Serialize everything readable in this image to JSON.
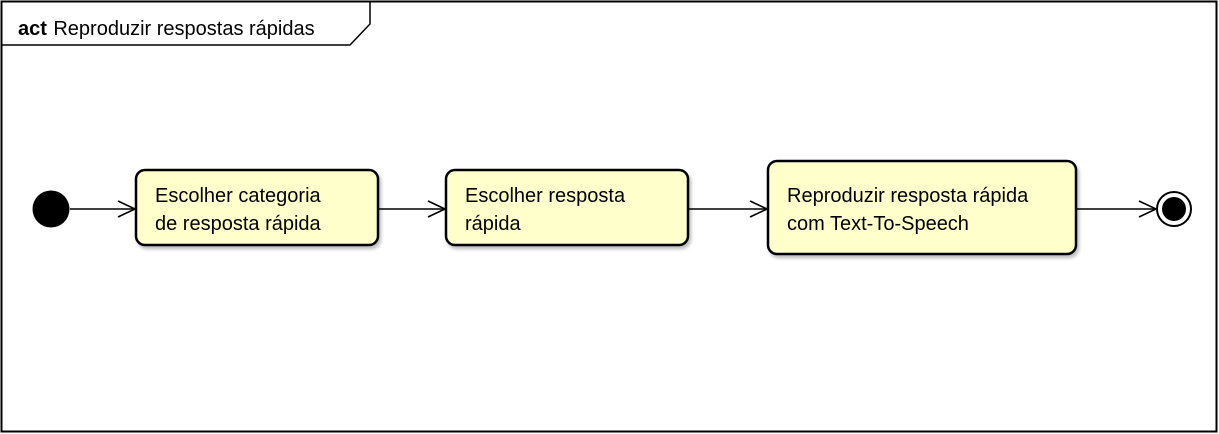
{
  "frame": {
    "keyword": "act",
    "name": "Reproduzir respostas rápidas"
  },
  "actions": [
    {
      "line1": "Escolher categoria",
      "line2": "de resposta rápida"
    },
    {
      "line1": "Escolher resposta",
      "line2": "rápida"
    },
    {
      "line1": "Reproduzir resposta rápida",
      "line2": "com Text-To-Speech"
    }
  ],
  "colors": {
    "action_fill": "#ffffcc",
    "stroke": "#000000",
    "background": "#ffffff"
  }
}
